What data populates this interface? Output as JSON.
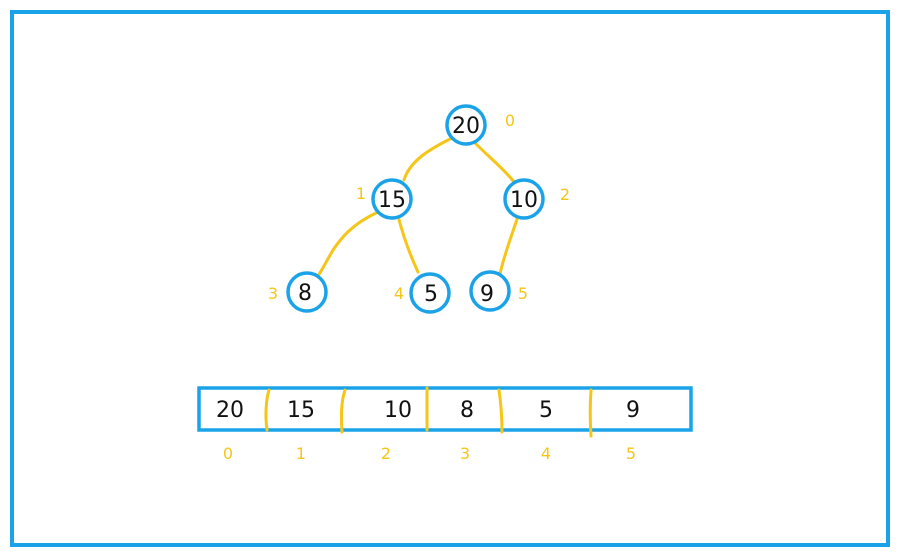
{
  "colors": {
    "frame": "#1aa3e8",
    "node_border": "#1aa3e8",
    "edge": "#f5c518",
    "index": "#f5c518",
    "text": "#111111"
  },
  "tree": {
    "nodes": [
      {
        "value": "20",
        "index": "0"
      },
      {
        "value": "15",
        "index": "1"
      },
      {
        "value": "10",
        "index": "2"
      },
      {
        "value": "8",
        "index": "3"
      },
      {
        "value": "5",
        "index": "4"
      },
      {
        "value": "9",
        "index": "5"
      }
    ]
  },
  "array": {
    "cells": [
      {
        "value": "20",
        "index": "0"
      },
      {
        "value": "15",
        "index": "1"
      },
      {
        "value": "10",
        "index": "2"
      },
      {
        "value": "8",
        "index": "3"
      },
      {
        "value": "5",
        "index": "4"
      },
      {
        "value": "9",
        "index": "5"
      }
    ]
  }
}
